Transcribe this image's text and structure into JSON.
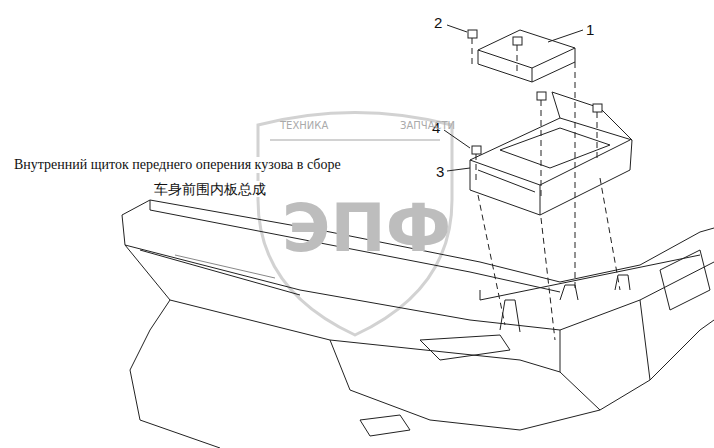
{
  "diagram": {
    "labels": [
      "Внутренний щиток переднего оперения кузова в сборе",
      "车身前围内板总成",
      "1",
      "2",
      "3",
      "4",
      "ТЕХНИКА",
      "ЗАПЧАСТИ",
      "ЭПФ"
    ]
  }
}
